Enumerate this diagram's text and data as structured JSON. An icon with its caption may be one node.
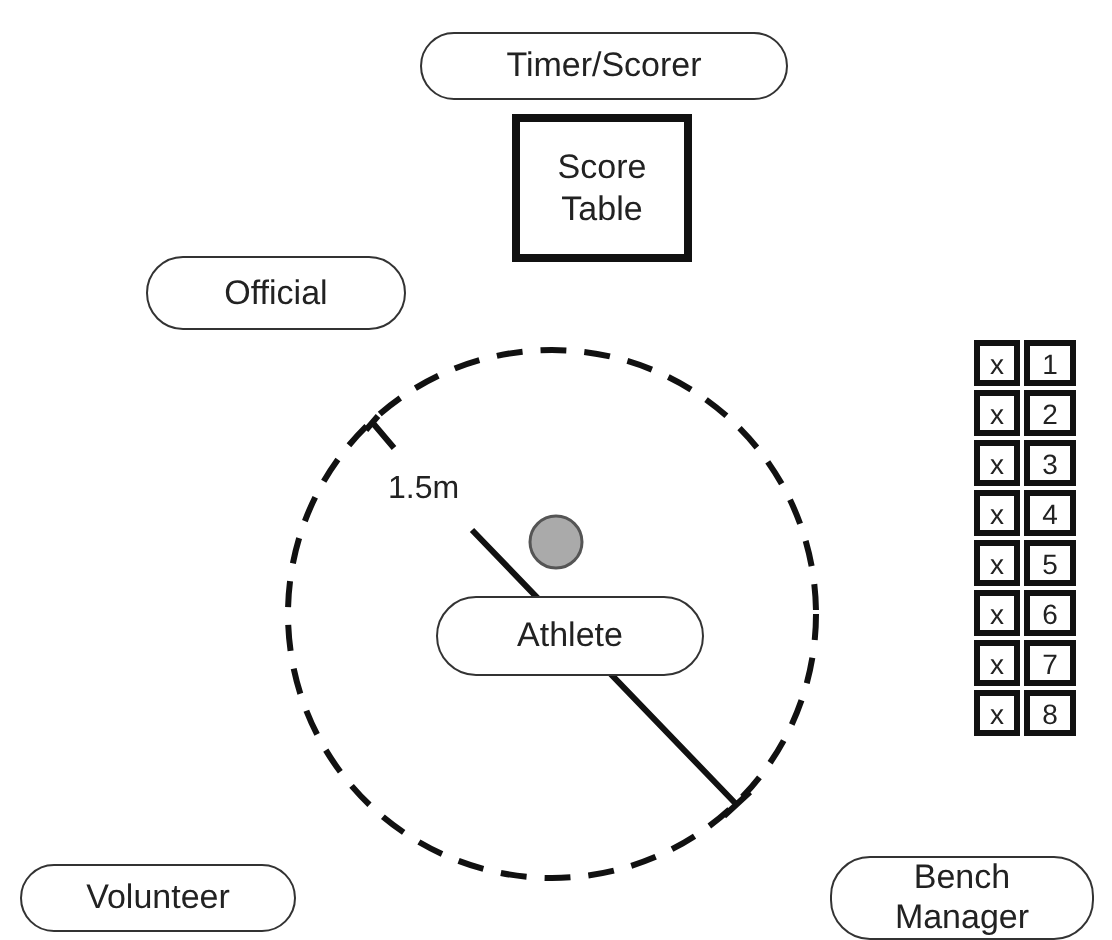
{
  "diagram": {
    "nodes": [
      {
        "text": [
          "Timer/Scorer"
        ]
      },
      {
        "text": [
          "Score Table"
        ]
      },
      {
        "text": [
          "Official"
        ]
      },
      {
        "text": [
          "Athlete"
        ]
      },
      {
        "text": [
          "Volunteer"
        ]
      },
      {
        "text": [
          "Bench Manager"
        ]
      },
      {
        "text": [
          "x"
        ]
      },
      {
        "text": [
          "1"
        ]
      },
      {
        "text": [
          "x"
        ]
      },
      {
        "text": [
          "2"
        ]
      },
      {
        "text": [
          "x"
        ]
      },
      {
        "text": [
          "3"
        ]
      },
      {
        "text": [
          "x"
        ]
      },
      {
        "text": [
          "4"
        ]
      },
      {
        "text": [
          "x"
        ]
      },
      {
        "text": [
          "5"
        ]
      },
      {
        "text": [
          "x"
        ]
      },
      {
        "text": [
          "6"
        ]
      },
      {
        "text": [
          "x"
        ]
      },
      {
        "text": [
          "7"
        ]
      },
      {
        "text": [
          "x"
        ]
      },
      {
        "text": [
          "8"
        ]
      }
    ],
    "labels": [
      "1.5m"
    ]
  }
}
